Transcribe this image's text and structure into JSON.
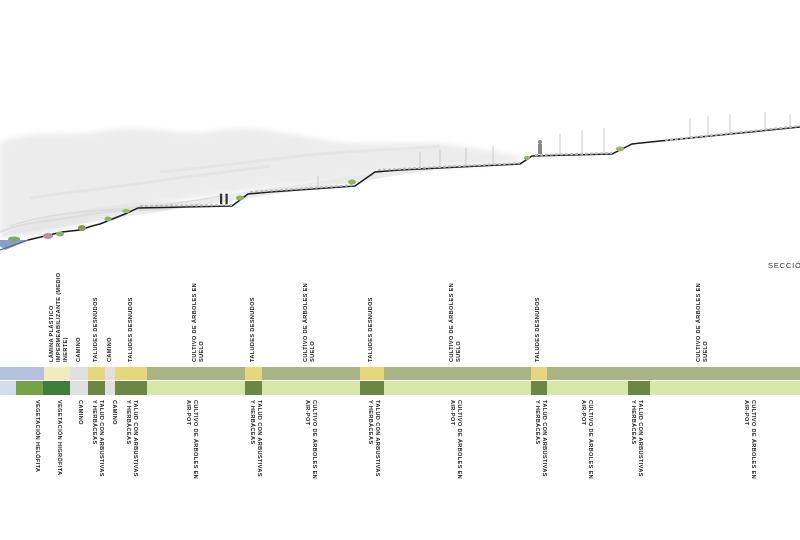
{
  "section_title": "SECCIÓN",
  "top_labels": {
    "lamina": "LÁMINA PLÁSTICO\nIMPERMEABILIZANTE (MEDIO\nINERTE)",
    "camino_1": "CAMINO",
    "taludes_desnudos_1": "TALUDES DESNUDOS",
    "camino_2": "CAMINO",
    "taludes_desnudos_2": "TALUDES DESNUDOS",
    "cultivo_suelo_1": "CULTIVO DE ÁRBOLES EN\nSUELO",
    "taludes_desnudos_3": "TALUDES DESNUDOS",
    "cultivo_suelo_2": "CULTIVO DE ÁRBOLES EN\nSUELO",
    "taludes_desnudos_4": "TALUDES DESNUDOS",
    "cultivo_suelo_3": "CULTIVO DE ÁRBOLES EN\nSUELO",
    "taludes_desnudos_5": "TALUDES DESNUDOS",
    "cultivo_suelo_4": "CULTIVO DE ÁRBOLES EN\nSUELO"
  },
  "bottom_labels": {
    "vegetacion_helofita": "VEGETACIÓN HELÓFITA",
    "vegetacion_higrofita": "VEGETACIÓN HIGRÓFITA",
    "camino_1": "CAMINO",
    "talud_arbustivas_1": "TALUD CON ARBUSTIVAS\nY HERBÁCEAS",
    "camino_2": "CAMINO",
    "talud_arbustivas_2": "TALUD CON ARBUSTIVAS\nY HERBÁCEAS",
    "cultivo_airpot_1": "CULTIVO DE ÁRBOLES EN\nAIR-POT",
    "talud_arbustivas_3": "TALUD CON ARBUSTIVAS\nY HERBÁCEAS",
    "cultivo_airpot_2": "CULTIVO DE ÁRBOLES EN\nAIR-POT",
    "talud_arbustivas_4": "TALUD CON ARBUSTIVAS\nY HERBÁCEAS",
    "cultivo_airpot_3": "CULTIVO DE ÁRBOLES EN\nAIR-POT",
    "talud_arbustivas_5": "TALUD CON ARBUSTIVAS\nY HERBÁCEAS",
    "cultivo_airpot_4": "CULTIVO DE ÁRBOLES EN\nAIR-POT"
  },
  "colors": {
    "water_blue": "#b3c1df",
    "water_light": "#d2dcec",
    "light_yellow": "#f1ecbf",
    "yellow": "#e6d77c",
    "gray_path": "#e0e0e0",
    "sage": "#a9b587",
    "pale_green": "#d7e7a7",
    "mid_green": "#74a245",
    "dark_olive": "#6d8642",
    "terrain_line": "#1c1c1c",
    "haze": "#ececec"
  }
}
